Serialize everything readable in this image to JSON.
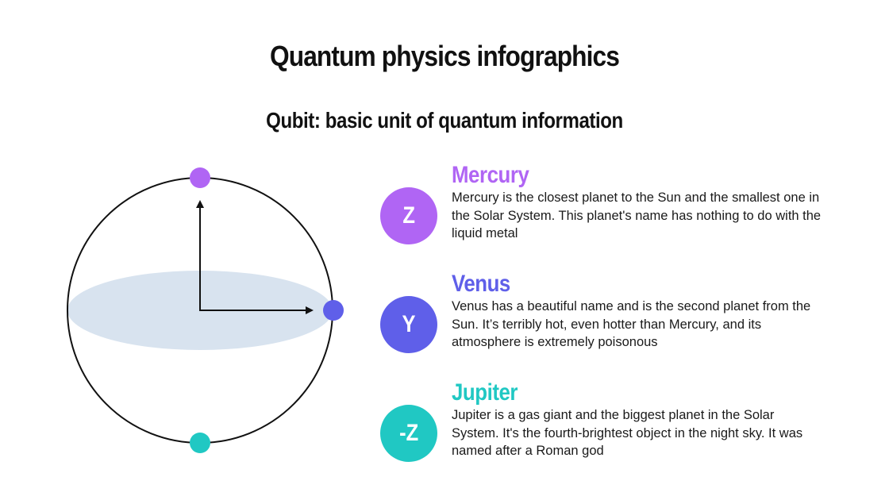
{
  "title": "Quantum physics infographics",
  "subtitle": "Qubit: basic unit of quantum information",
  "colors": {
    "mercury": "#b065f4",
    "venus": "#5f5fe9",
    "jupiter": "#20c8c3",
    "plane": "#d8e3ef",
    "outline": "#111111"
  },
  "items": [
    {
      "symbol": "Z",
      "name": "Mercury",
      "text": "Mercury is the closest planet to the Sun and the smallest one in the Solar System. This planet's name has nothing to do with the liquid metal"
    },
    {
      "symbol": "Y",
      "name": "Venus",
      "text": "Venus has a beautiful name and is the second planet from the Sun. It’s terribly hot, even hotter than Mercury, and its atmosphere is extremely poisonous"
    },
    {
      "symbol": "-Z",
      "name": "Jupiter",
      "text": "Jupiter is a gas giant and the biggest planet in the Solar System. It's the fourth-brightest object in the night sky. It was named after a Roman god"
    }
  ]
}
